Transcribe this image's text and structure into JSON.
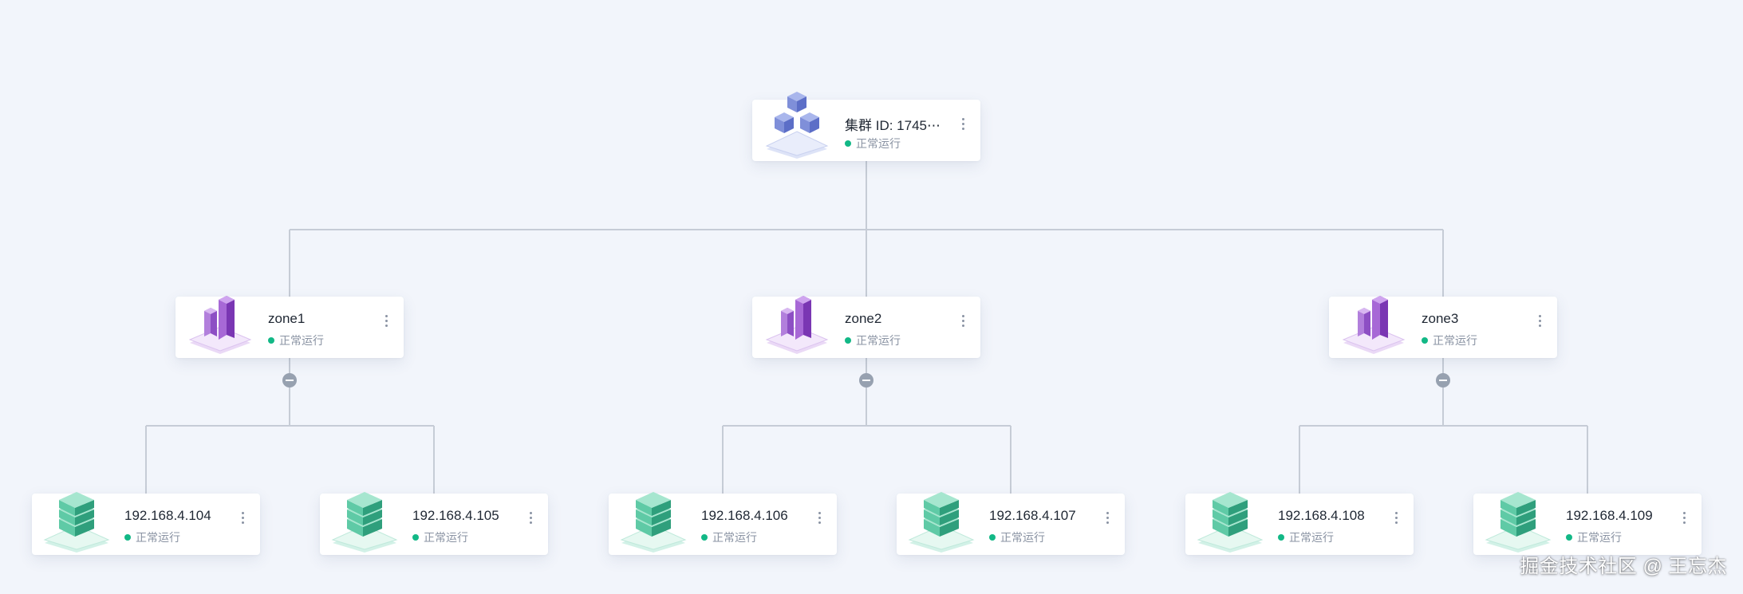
{
  "cluster": {
    "title": "集群 ID: 1745⋯",
    "status": "正常运行",
    "icon": "cluster-icon"
  },
  "zones": [
    {
      "title": "zone1",
      "status": "正常运行",
      "icon": "zone-building-icon"
    },
    {
      "title": "zone2",
      "status": "正常运行",
      "icon": "zone-building-icon"
    },
    {
      "title": "zone3",
      "status": "正常运行",
      "icon": "zone-building-icon"
    }
  ],
  "servers": [
    {
      "title": "192.168.4.104",
      "status": "正常运行",
      "icon": "server-icon"
    },
    {
      "title": "192.168.4.105",
      "status": "正常运行",
      "icon": "server-icon"
    },
    {
      "title": "192.168.4.106",
      "status": "正常运行",
      "icon": "server-icon"
    },
    {
      "title": "192.168.4.107",
      "status": "正常运行",
      "icon": "server-icon"
    },
    {
      "title": "192.168.4.108",
      "status": "正常运行",
      "icon": "server-icon"
    },
    {
      "title": "192.168.4.109",
      "status": "正常运行",
      "icon": "server-icon"
    }
  ],
  "colors": {
    "status_ok": "#12b886",
    "connector": "#c6ccd6",
    "collapse": "#97a1b0"
  },
  "watermark": "掘金技术社区 @ 王忘杰"
}
